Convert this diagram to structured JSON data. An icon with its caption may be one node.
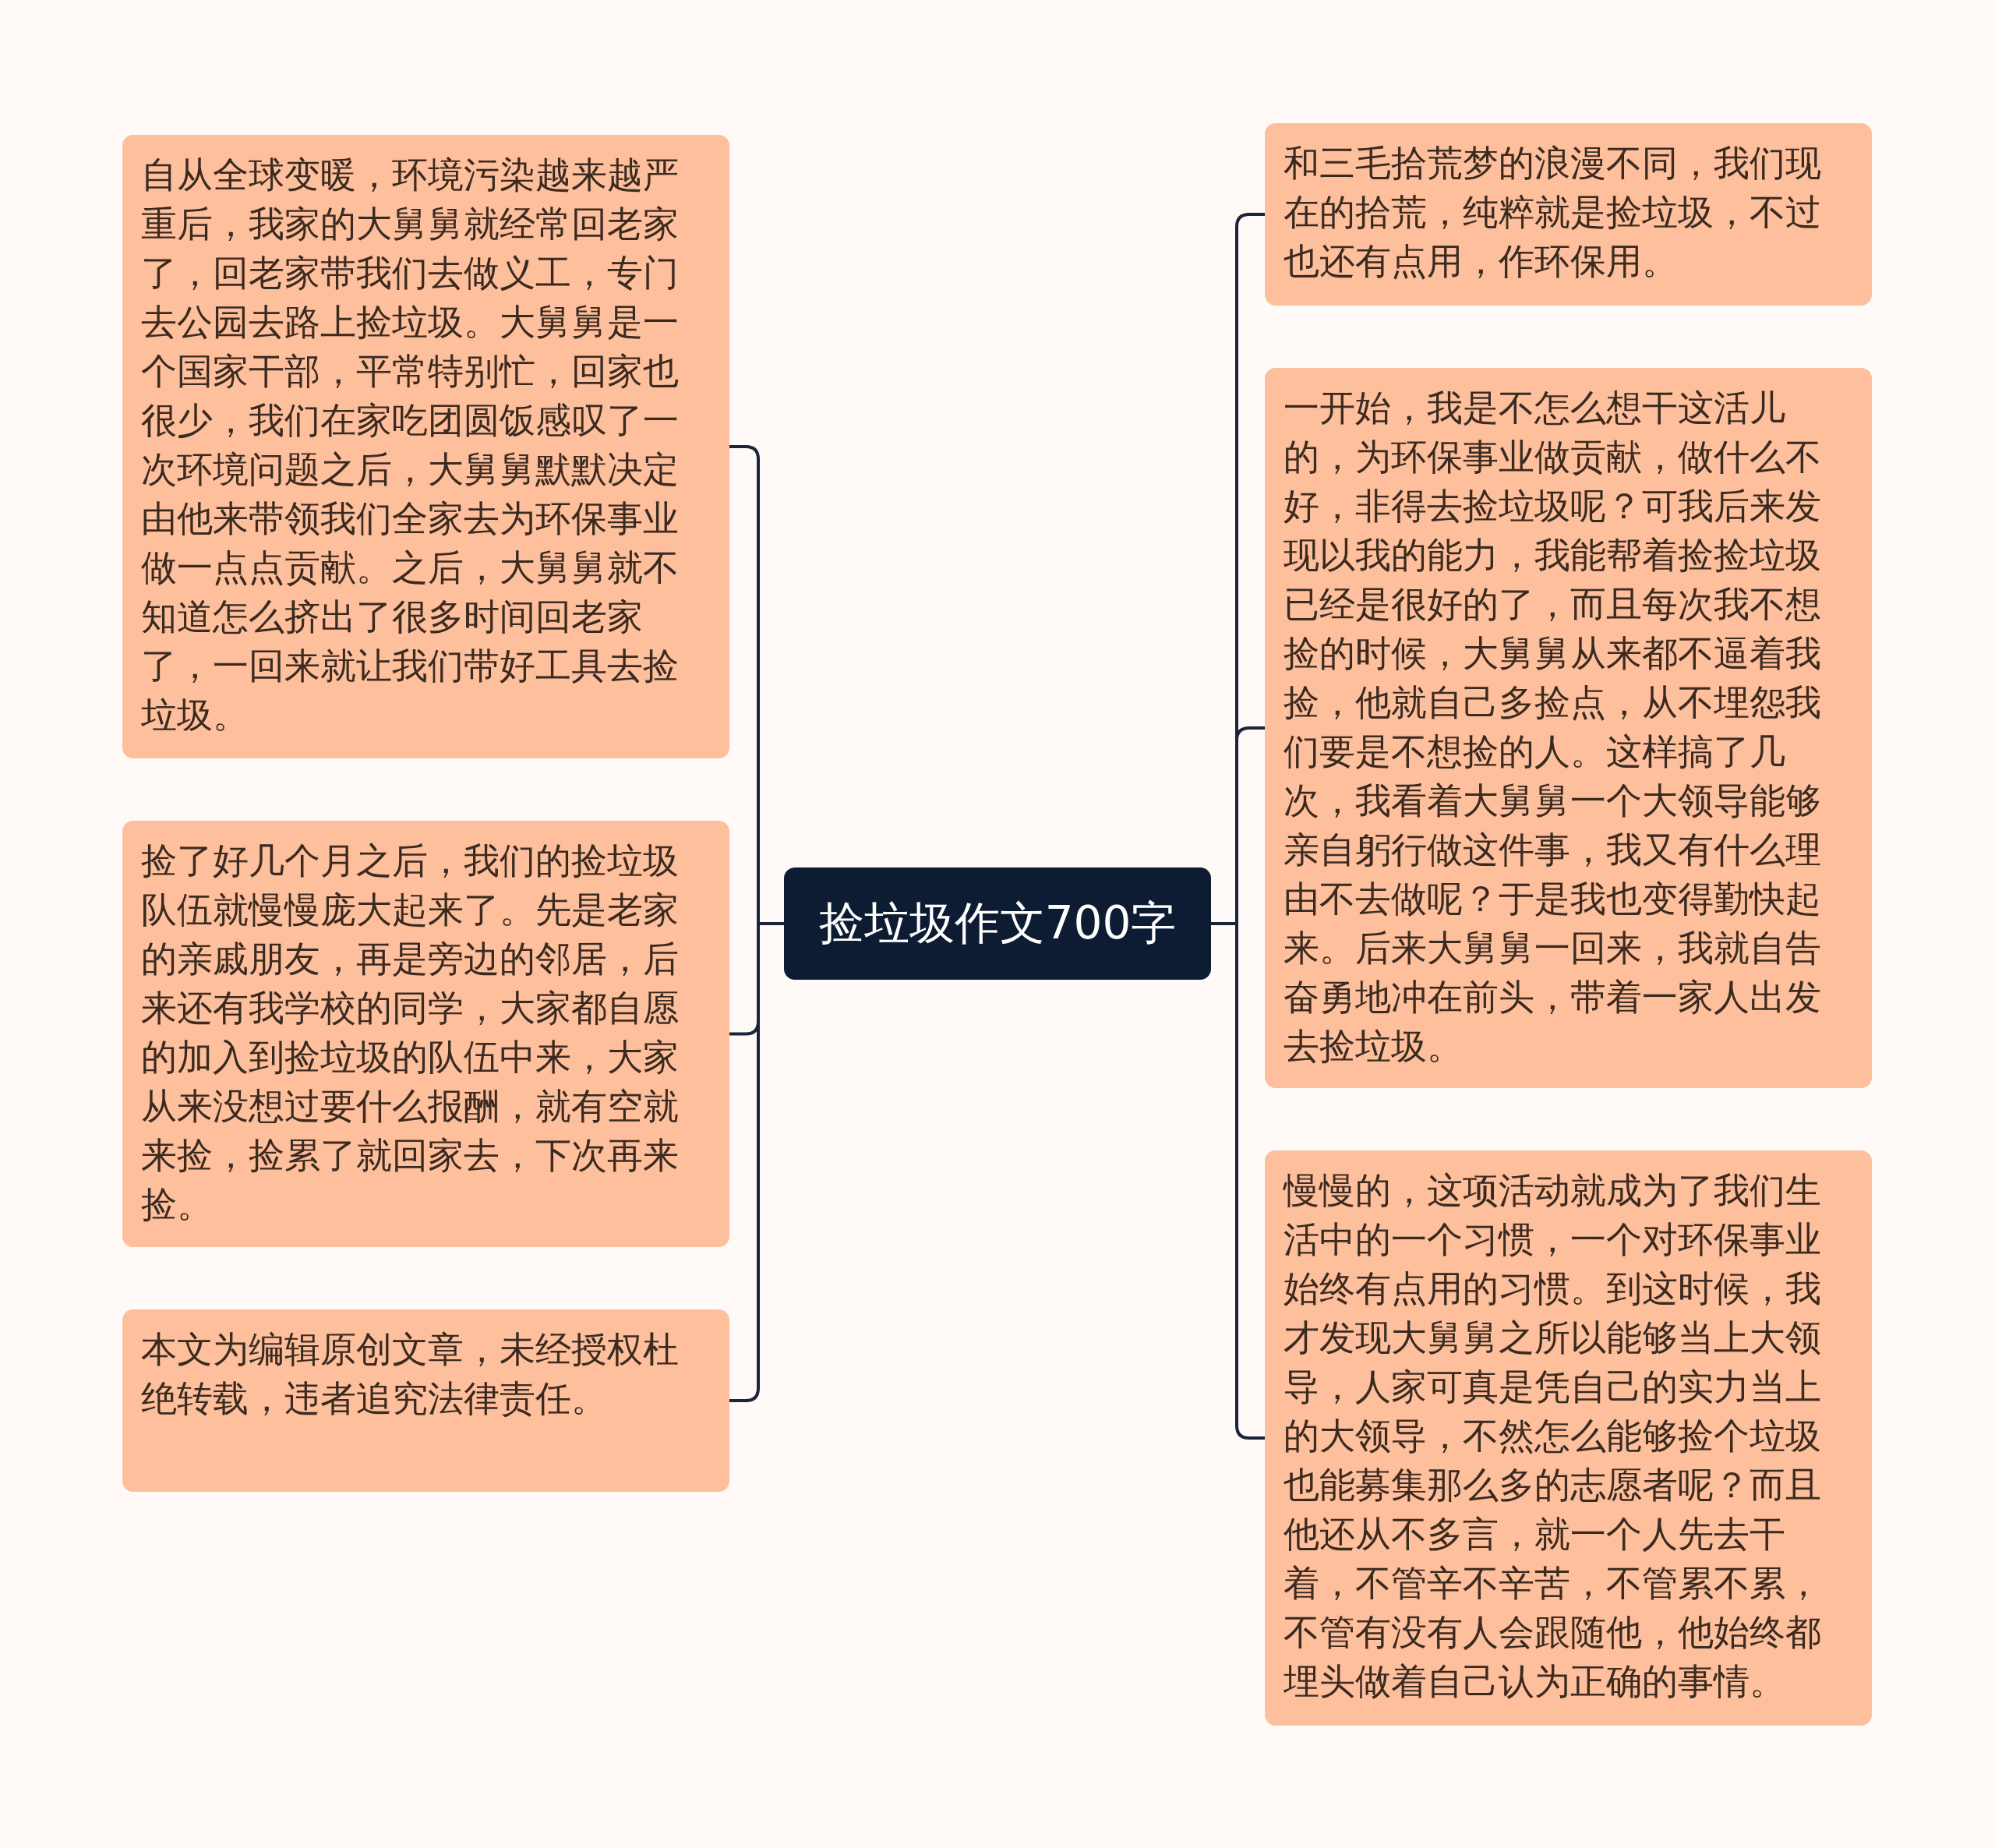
{
  "diagram": {
    "nodes": [
      {
        "text": [
          "捡垃圾作文700字"
        ]
      },
      {
        "text": [
          "自从全球变暖，环境污染越来越严重后，我家的大舅舅就经常回老家了，回老家带我们去做义工，专门去公园去路上捡垃圾。大舅舅是一个国家干部，平常特别忙，回家也很少，我们在家吃团圆饭感叹了一次环境问题之后，大舅舅默默决定由他来带领我们全家去为环保事业做一点点贡献。之后，大舅舅就不知道怎么挤出了很多时间回老家了，一回来就让我们带好工具去捡垃圾。"
        ]
      },
      {
        "text": [
          "捡了好几个月之后，我们的捡垃圾队伍就慢慢庞大起来了。先是老家的亲戚朋友，再是旁边的邻居，后来还有我学校的同学，大家都自愿的加入到捡垃圾的队伍中来，大家从来没想过要什么报酬，就有空就来捡，捡累了就回家去，下次再来捡。"
        ]
      },
      {
        "text": [
          "本文为编辑原创文章，未经授权杜绝转载，违者追究法律责任。"
        ]
      },
      {
        "text": [
          "和三毛拾荒梦的浪漫不同，我们现在的拾荒，纯粹就是捡垃圾，不过也还有点用，作环保用。"
        ]
      },
      {
        "text": [
          "一开始，我是不怎么想干这活儿的，为环保事业做贡献，做什么不好，非得去捡垃圾呢？可我后来发现以我的能力，我能帮着捡捡垃圾已经是很好的了，而且每次我不想捡的时候，大舅舅从来都不逼着我捡，他就自己多捡点，从不埋怨我们要是不想捡的人。这样搞了几次，我看着大舅舅一个大领导能够亲自躬行做这件事，我又有什么理由不去做呢？于是我也变得勤快起来。后来大舅舅一回来，我就自告奋勇地冲在前头，带着一家人出发去捡垃圾。"
        ]
      },
      {
        "text": [
          "慢慢的，这项活动就成为了我们生活中的一个习惯，一个对环保事业始终有点用的习惯。到这时候，我才发现大舅舅之所以能够当上大领导，人家可真是凭自己的实力当上的大领导，不然怎么能够捡个垃圾也能募集那么多的志愿者呢？而且他还从不多言，就一个人先去干着，不管辛不辛苦，不管累不累，不管有没有人会跟随他，他始终都埋头做着自己认为正确的事情。"
        ]
      }
    ],
    "edges": [
      {
        "from": 0,
        "to": 1,
        "arrow": "none"
      },
      {
        "from": 0,
        "to": 2,
        "arrow": "none"
      },
      {
        "from": 0,
        "to": 3,
        "arrow": "none"
      },
      {
        "from": 0,
        "to": 4,
        "arrow": "none"
      },
      {
        "from": 0,
        "to": 5,
        "arrow": "none"
      },
      {
        "from": 0,
        "to": 6,
        "arrow": "none"
      }
    ]
  }
}
